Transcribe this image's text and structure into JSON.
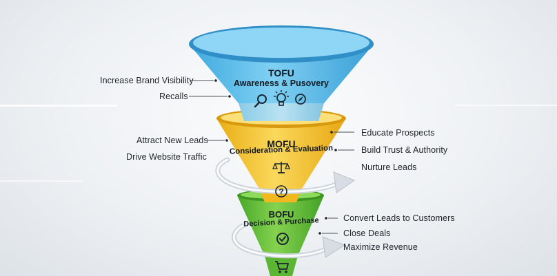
{
  "colors": {
    "tofu": "#5cc0ec",
    "mofu": "#f4c534",
    "bofu": "#66c23c",
    "text": "#1d2329"
  },
  "stages": {
    "tofu": {
      "title": "TOFU",
      "subtitle": "Awareness & Pusovery",
      "icons": [
        "search-icon",
        "lightbulb-icon",
        "compass-icon"
      ]
    },
    "mofu": {
      "title": "MOFU",
      "subtitle": "Consideration & Evaluation",
      "icons": [
        "scales-icon",
        "question-icon"
      ]
    },
    "bofu": {
      "title": "BOFU",
      "subtitle": "Decision & Purchase",
      "icons": [
        "checkmark-icon",
        "cart-icon"
      ]
    }
  },
  "labels": {
    "left": [
      "Increase Brand Visibility",
      "Recalls",
      "Attract New Leads",
      "Drive Website Traffic"
    ],
    "right": [
      "Educate Prospects",
      "Build Trust & Authority",
      "Nurture Leads",
      "Convert Leads to Customers",
      "Close Deals",
      "Maximize Revenue"
    ]
  }
}
